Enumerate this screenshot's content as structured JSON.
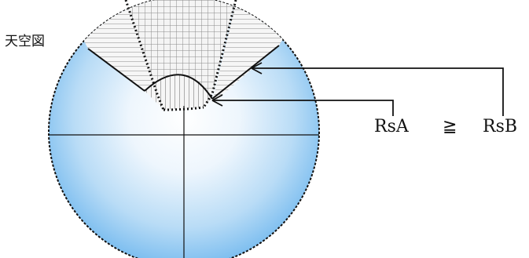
{
  "title": "天空図",
  "labels": {
    "rsa": "RsA",
    "relation": "≧",
    "rsb": "RsB"
  },
  "colors": {
    "sky_center": "#ffffff",
    "sky_edge": "#6fb7ee",
    "outline": "#111111",
    "hatch": "#8a8a8a",
    "pattern_bg": "#f4f4f4"
  }
}
